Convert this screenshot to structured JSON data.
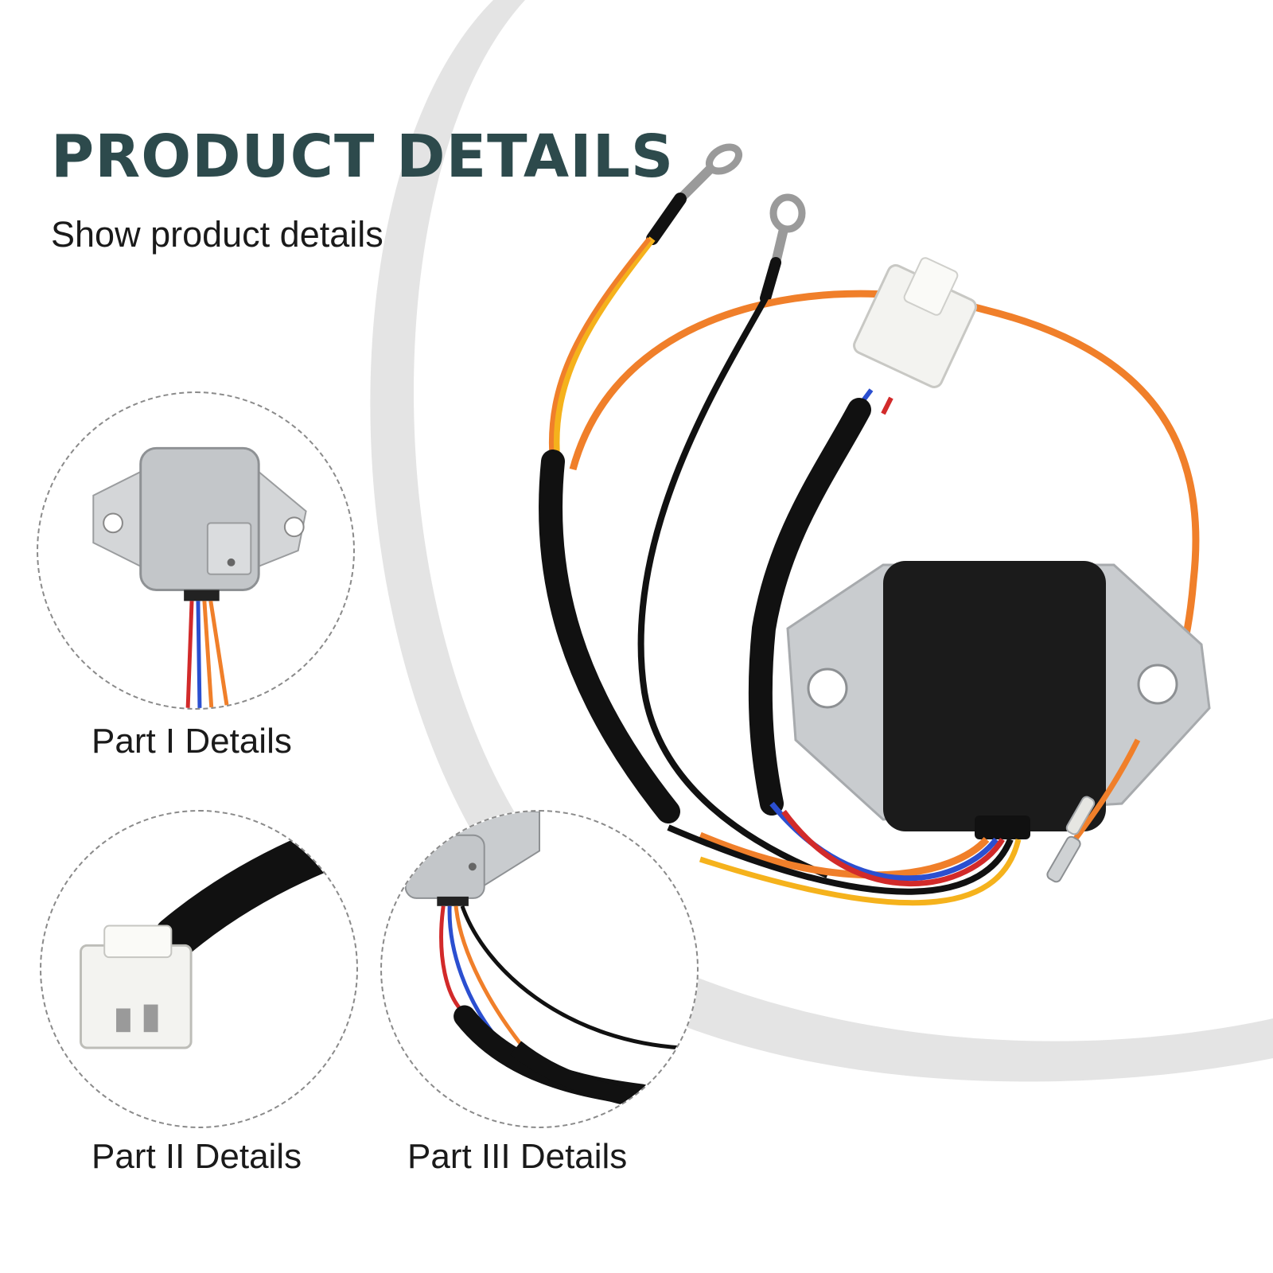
{
  "header": {
    "title": "PRODUCT DETAILS",
    "subtitle": "Show product details"
  },
  "details": [
    {
      "caption": "Part I Details",
      "icon": "regulator-closeup-icon"
    },
    {
      "caption": "Part II Details",
      "icon": "connector-plug-closeup-icon"
    },
    {
      "caption": "Part III Details",
      "icon": "wiring-harness-closeup-icon"
    }
  ],
  "product": {
    "icon": "voltage-regulator-with-wiring-icon"
  },
  "colors": {
    "title": "#2d4a4c",
    "arc": "#e4e4e4",
    "wire_orange": "#f07f2a",
    "wire_yellow": "#f5b21c",
    "wire_black": "#111111",
    "wire_blue": "#2b4fd0",
    "wire_red": "#d22a2a",
    "regulator_body": "#1b1b1b",
    "metal": "#c9cccf",
    "connector": "#f3f3f0"
  }
}
